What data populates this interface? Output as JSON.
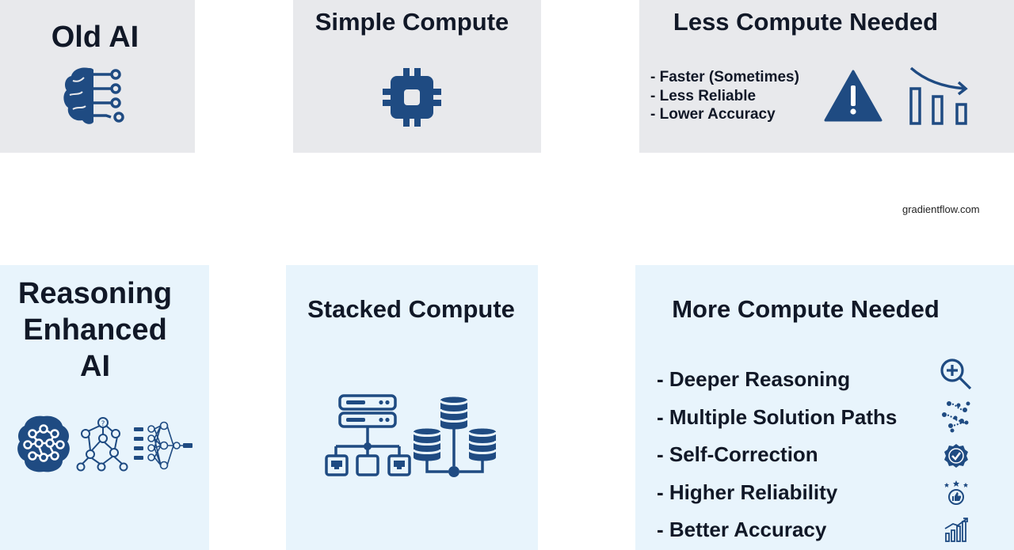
{
  "top_row": {
    "old_ai": {
      "title": "Old AI",
      "icon": "brain-circuit-icon"
    },
    "simple_compute": {
      "title": "Simple Compute",
      "icon": "cpu-chip-icon"
    },
    "less_compute": {
      "title": "Less Compute Needed",
      "items": [
        "- Faster (Sometimes)",
        "- Less Reliable",
        "- Lower Accuracy"
      ],
      "icons": [
        "warning-triangle-icon",
        "declining-bar-chart-icon"
      ]
    }
  },
  "watermark": "gradientflow.com",
  "bottom_row": {
    "reasoning_ai": {
      "title_lines": [
        "Reasoning",
        "Enhanced",
        "AI"
      ],
      "icons": [
        "neural-brain-icon",
        "decision-tree-icon",
        "neural-network-icon"
      ]
    },
    "stacked_compute": {
      "title": "Stacked Compute",
      "icons": [
        "server-network-icon",
        "database-cluster-icon"
      ]
    },
    "more_compute": {
      "title": "More Compute Needed",
      "items": [
        {
          "text": "- Deeper Reasoning",
          "icon": "magnifier-plus-icon"
        },
        {
          "text": "- Multiple Solution Paths",
          "icon": "branching-paths-icon"
        },
        {
          "text": "- Self-Correction",
          "icon": "verified-badge-icon"
        },
        {
          "text": "- Higher Reliability",
          "icon": "thumbs-up-stars-icon"
        },
        {
          "text": "- Better Accuracy",
          "icon": "growth-chart-icon"
        }
      ]
    }
  },
  "colors": {
    "icon_navy": "#1f4b82",
    "panel_grey": "#e8e9ec",
    "panel_blue": "#e8f4fc"
  }
}
